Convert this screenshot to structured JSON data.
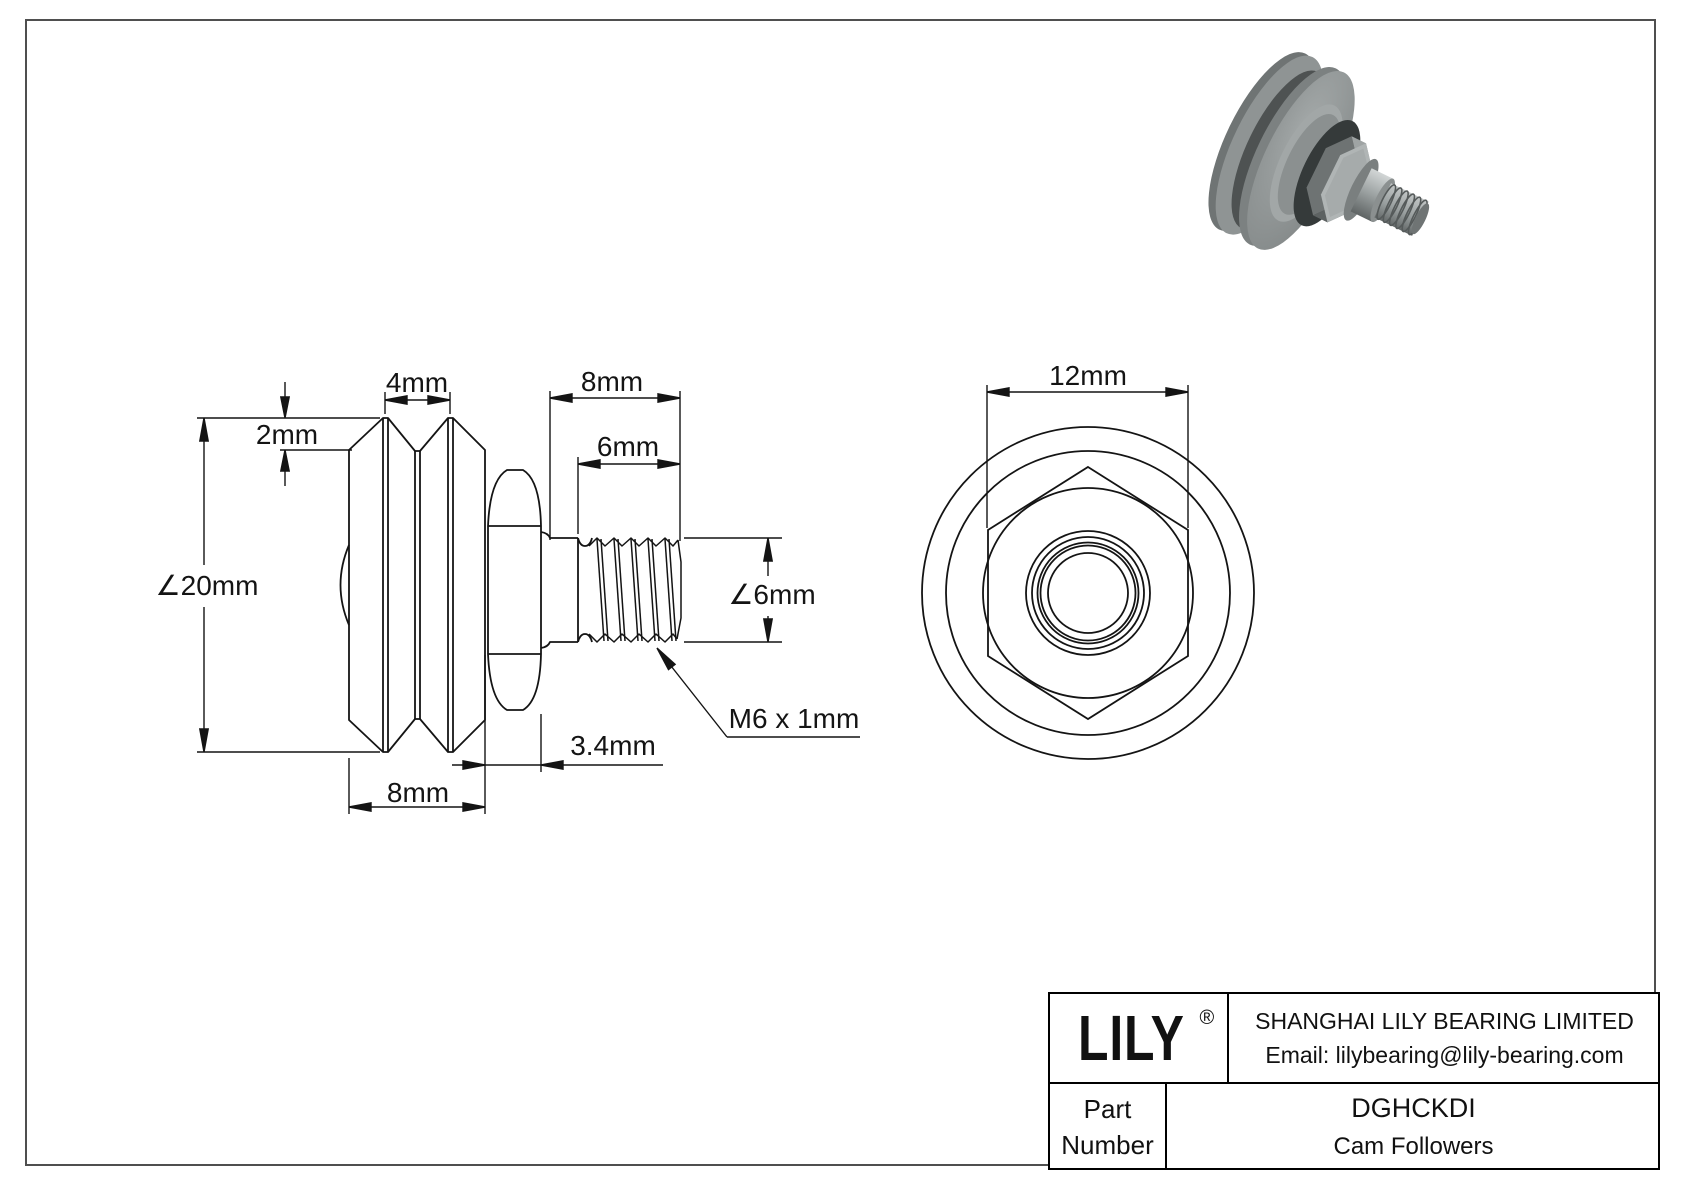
{
  "sheet": {
    "background": "#ffffff",
    "frame_color": "#4f4f4f",
    "line_color": "#141414",
    "render_gray": "#8f9494"
  },
  "dims": {
    "groove_width": "4mm",
    "stud_length": "8mm",
    "thread_length": "6mm",
    "flange_depth": "2mm",
    "wheel_dia": "∠20mm",
    "stud_dia": "∠6mm",
    "thread_spec": "M6 x 1mm",
    "hex_thickness": "3.4mm",
    "wheel_width": "8mm",
    "hex_flats": "12mm"
  },
  "title_block": {
    "logo": "LILY",
    "logo_mark": "®",
    "company": "SHANGHAI LILY BEARING LIMITED",
    "email": "Email: lilybearing@lily-bearing.com",
    "part_label_1": "Part",
    "part_label_2": "Number",
    "part_number": "DGHCKDI",
    "category": "Cam Followers"
  }
}
